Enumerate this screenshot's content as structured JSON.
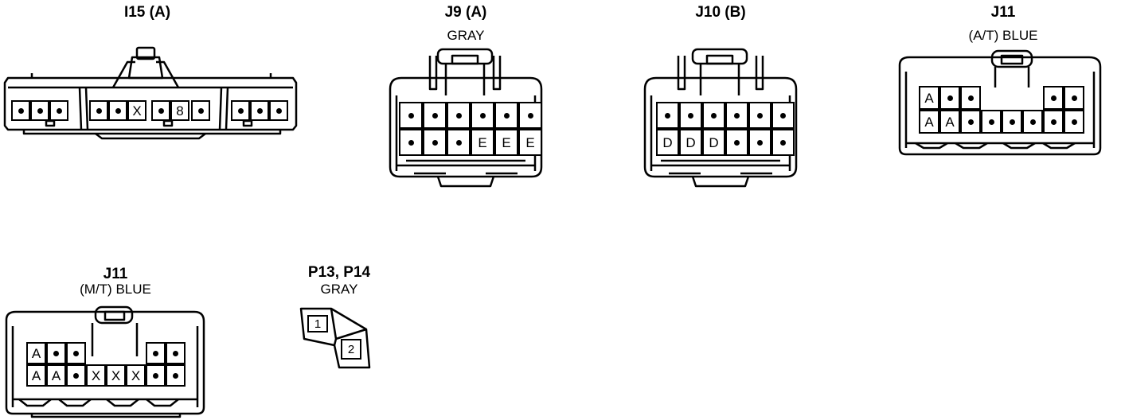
{
  "connectors": [
    {
      "id": "I15",
      "title": "I15 (A)",
      "subtitle": "",
      "rows": [
        [
          "•",
          "•",
          "•",
          "•",
          "•",
          "X",
          "•",
          "8",
          "•",
          "•",
          "•",
          "•"
        ]
      ]
    },
    {
      "id": "J9",
      "title": "J9 (A)",
      "subtitle": "GRAY",
      "rows": [
        [
          "•",
          "•",
          "•",
          "•",
          "•",
          "•"
        ],
        [
          "•",
          "•",
          "•",
          "E",
          "E",
          "E"
        ]
      ]
    },
    {
      "id": "J10",
      "title": "J10 (B)",
      "subtitle": "",
      "rows": [
        [
          "•",
          "•",
          "•",
          "•",
          "•",
          "•"
        ],
        [
          "D",
          "D",
          "D",
          "•",
          "•",
          "•"
        ]
      ]
    },
    {
      "id": "J11-AT",
      "title": "J11",
      "subtitle": "(A/T)  BLUE",
      "rows": [
        [
          "A",
          "•",
          "•",
          "•",
          "•"
        ],
        [
          "A",
          "A",
          "•",
          "•",
          "•",
          "•",
          "•",
          "•"
        ]
      ]
    },
    {
      "id": "J11-MT",
      "title": "J11",
      "subtitle": "(M/T)  BLUE",
      "rows": [
        [
          "A",
          "•",
          "•",
          "•",
          "•"
        ],
        [
          "A",
          "A",
          "•",
          "X",
          "X",
          "X",
          "•",
          "•"
        ]
      ]
    },
    {
      "id": "P13",
      "title": "P13, P14",
      "subtitle": "GRAY",
      "rows": [
        [
          "1"
        ],
        [
          "2"
        ]
      ]
    }
  ]
}
